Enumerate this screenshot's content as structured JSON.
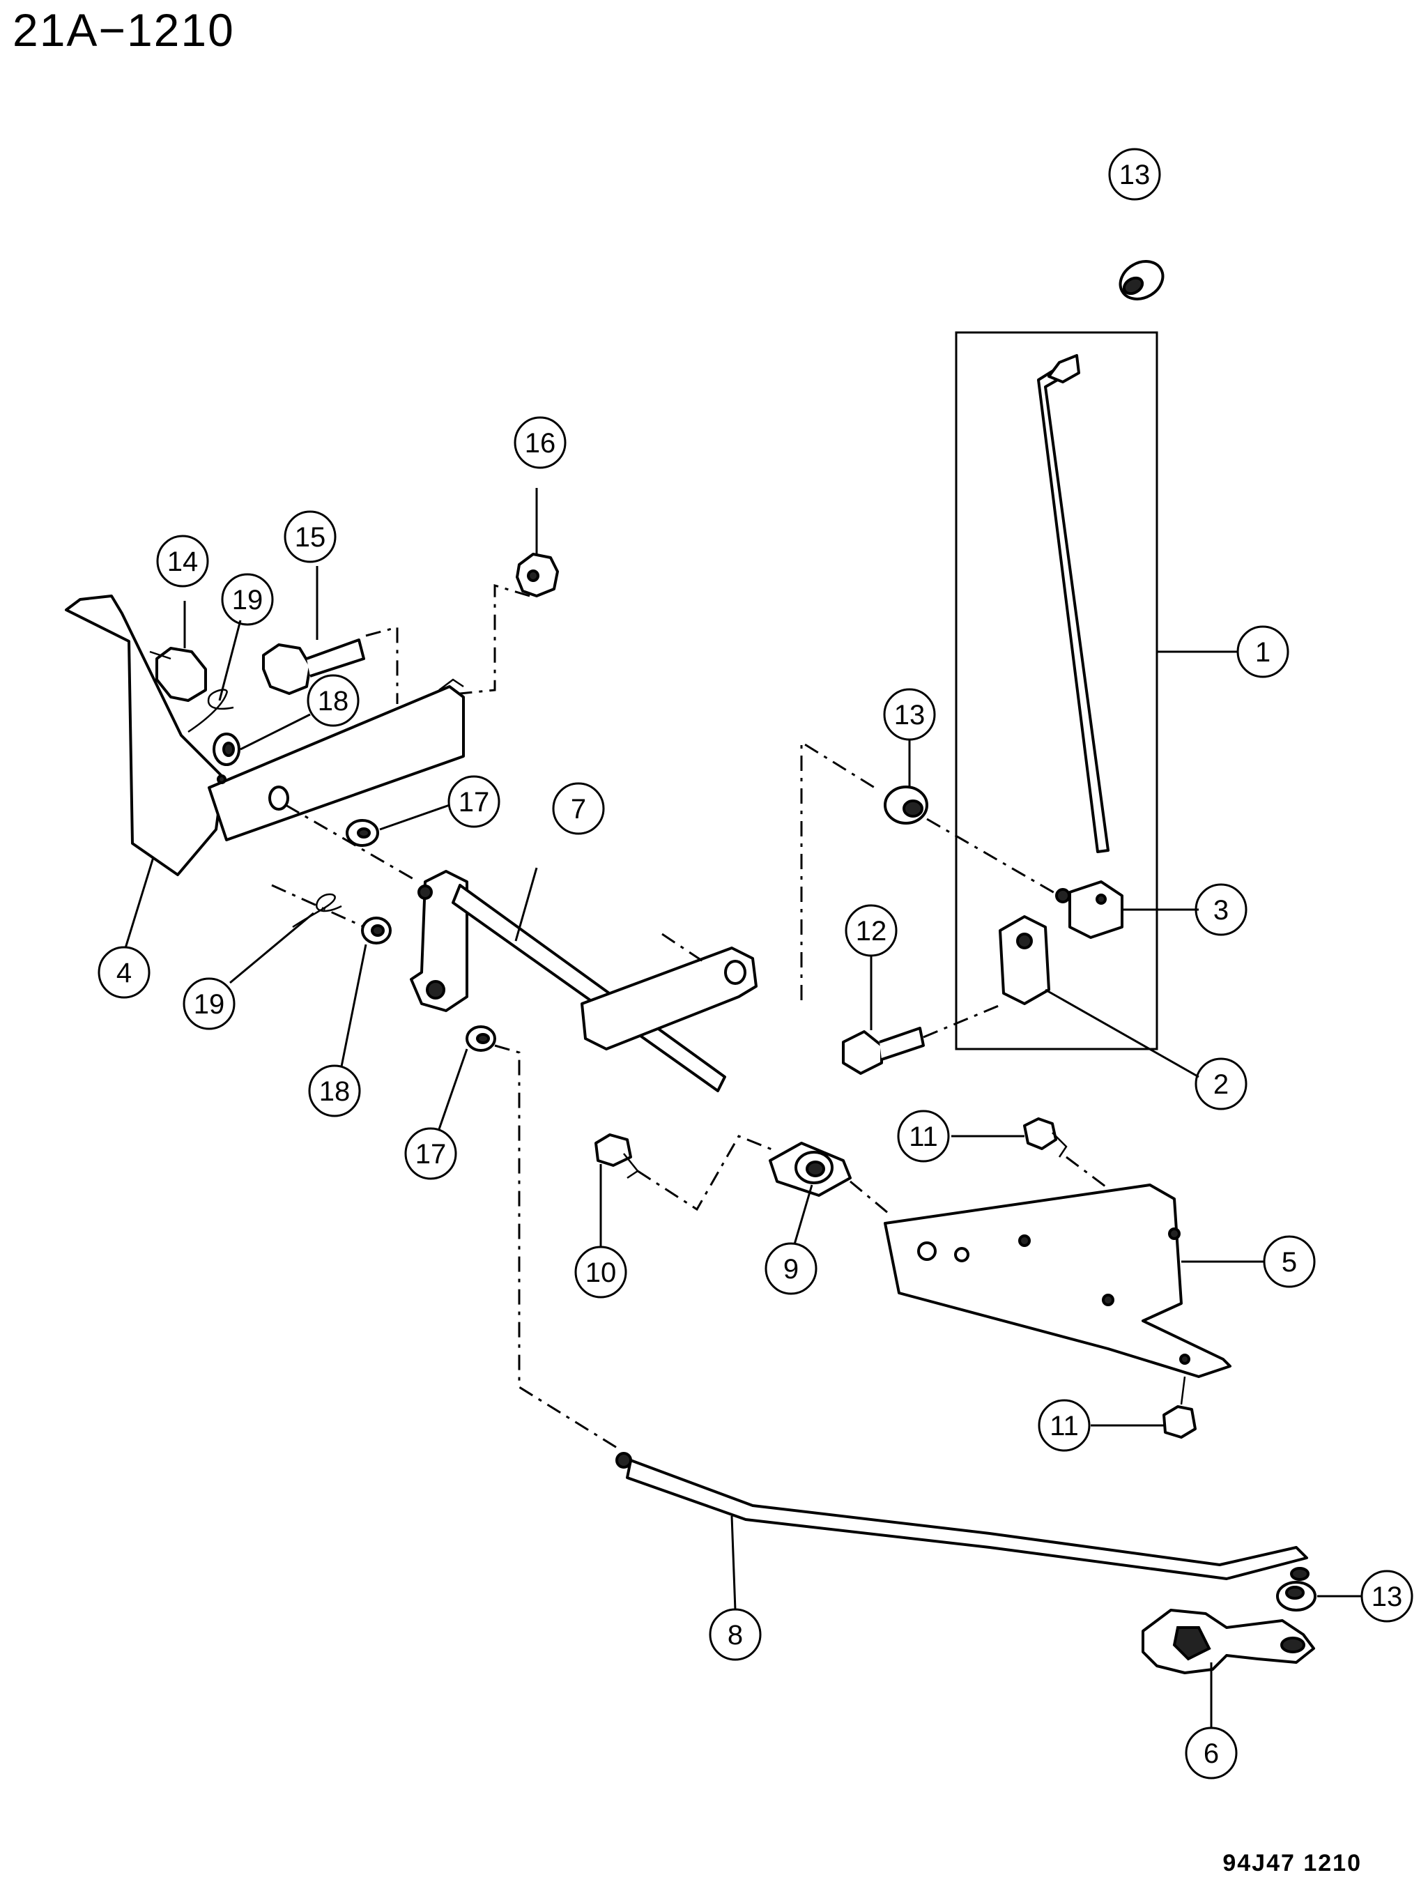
{
  "title": "21A−1210",
  "figure_code": "94J47  1210",
  "callouts": [
    "1",
    "2",
    "3",
    "4",
    "5",
    "6",
    "7",
    "8",
    "9",
    "10",
    "11",
    "12",
    "13",
    "14",
    "15",
    "16",
    "17",
    "18",
    "19"
  ]
}
